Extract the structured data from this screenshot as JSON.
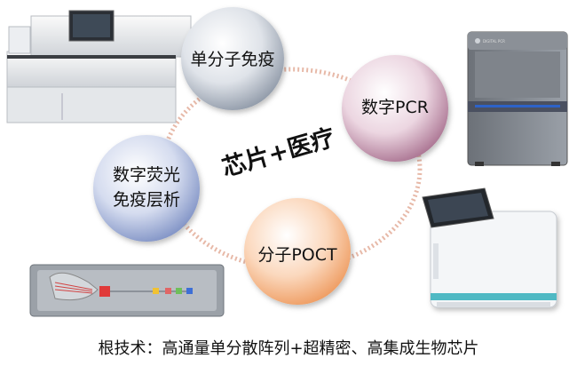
{
  "center": {
    "text": "芯片+医疗"
  },
  "nodes": {
    "single_molecule": "单分子免疫",
    "digital_pcr": "数字PCR",
    "digital_fluorescence_line1": "数字荧光",
    "digital_fluorescence_line2": "免疫层析",
    "molecular_poct": "分子POCT"
  },
  "caption": {
    "text": "根技术：高通量单分散阵列+超精密、高集成生物芯片"
  },
  "colors": {
    "ring_dash": "#e7b9a8",
    "node_single_molecule": "#9aa4b2",
    "node_digital_pcr": "#b07a98",
    "node_digital_fluorescence": "#8396c8",
    "node_molecular_poct": "#f0a16a"
  },
  "icons": [
    "pcr-instrument-icon",
    "poct-analyzer-icon",
    "lab-analyzer-icon",
    "microfluidic-chip-icon"
  ]
}
